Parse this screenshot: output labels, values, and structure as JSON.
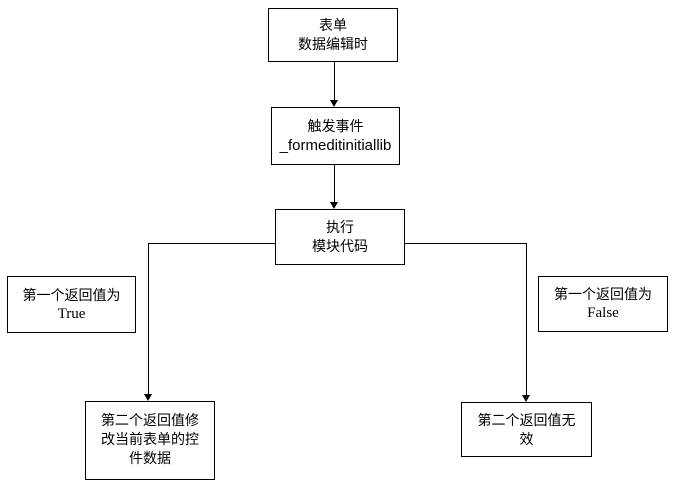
{
  "diagram": {
    "title": "form-edit-event-flowchart",
    "background_color": "#ffffff",
    "line_color": "#000000",
    "text_color": "#000000",
    "nodes": {
      "form": {
        "lines": [
          "表单",
          "数据编辑时"
        ]
      },
      "trigger": {
        "lines": [
          "触发事件",
          "_formeditinitiallib"
        ]
      },
      "execute": {
        "lines": [
          "执行",
          "模块代码"
        ]
      },
      "true_label": {
        "lines": [
          "第一个返回值为",
          "True"
        ]
      },
      "false_label": {
        "lines": [
          "第一个返回值为",
          "False"
        ]
      },
      "modify": {
        "lines": [
          "第二个返回值修",
          "改当前表单的控",
          "件数据"
        ]
      },
      "invalid": {
        "lines": [
          "第二个返回值无",
          "效"
        ]
      }
    },
    "edges": [
      {
        "from": "form",
        "to": "trigger",
        "type": "arrow-down"
      },
      {
        "from": "trigger",
        "to": "execute",
        "type": "arrow-down"
      },
      {
        "from": "execute",
        "to": "modify",
        "type": "elbow-left-down",
        "condition": "第一个返回值为 True"
      },
      {
        "from": "execute",
        "to": "invalid",
        "type": "elbow-right-down",
        "condition": "第一个返回值为 False"
      }
    ]
  }
}
